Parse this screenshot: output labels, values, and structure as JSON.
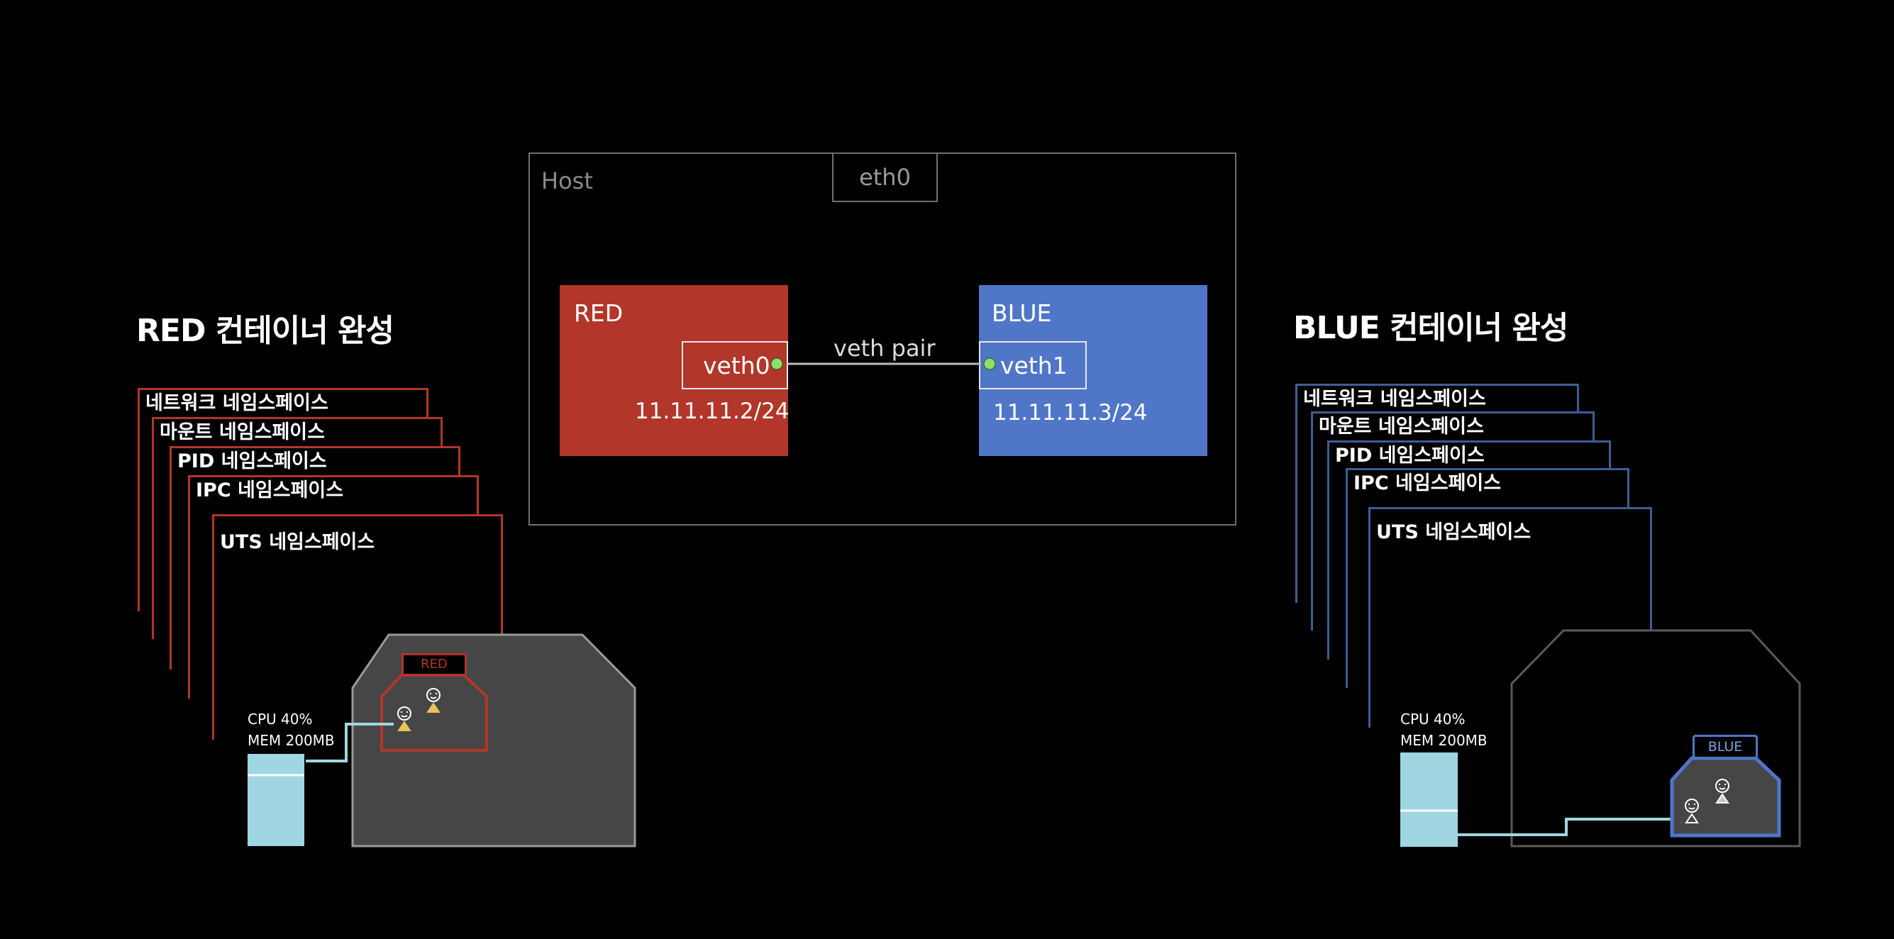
{
  "left": {
    "heading": "RED 컨테이너 완성",
    "namespaces": [
      "네트워크 네임스페이스",
      "마운트 네임스페이스",
      "PID 네임스페이스",
      "IPC 네임스페이스",
      "UTS 네임스페이스"
    ],
    "resources": {
      "cpu": "CPU 40%",
      "mem": "MEM 200MB"
    },
    "box_label": "RED"
  },
  "right": {
    "heading": "BLUE 컨테이너 완성",
    "namespaces": [
      "네트워크 네임스페이스",
      "마운트 네임스페이스",
      "PID 네임스페이스",
      "IPC 네임스페이스",
      "UTS 네임스페이스"
    ],
    "resources": {
      "cpu": "CPU 40%",
      "mem": "MEM 200MB"
    },
    "box_label": "BLUE"
  },
  "host": {
    "label": "Host",
    "eth": "eth0",
    "red": {
      "title": "RED",
      "veth": "veth0",
      "ip": "11.11.11.2/24"
    },
    "blue": {
      "title": "BLUE",
      "veth": "veth1",
      "ip": "11.11.11.3/24"
    },
    "pair_label": "veth pair"
  },
  "colors": {
    "red": "#b2362a",
    "blue": "#5076c8",
    "blue_border": "#3a5f95",
    "resource": "#9fd6e2",
    "container_bg": "#464646",
    "link_dot": "#8be06a"
  },
  "icons": [
    "person-icon"
  ]
}
